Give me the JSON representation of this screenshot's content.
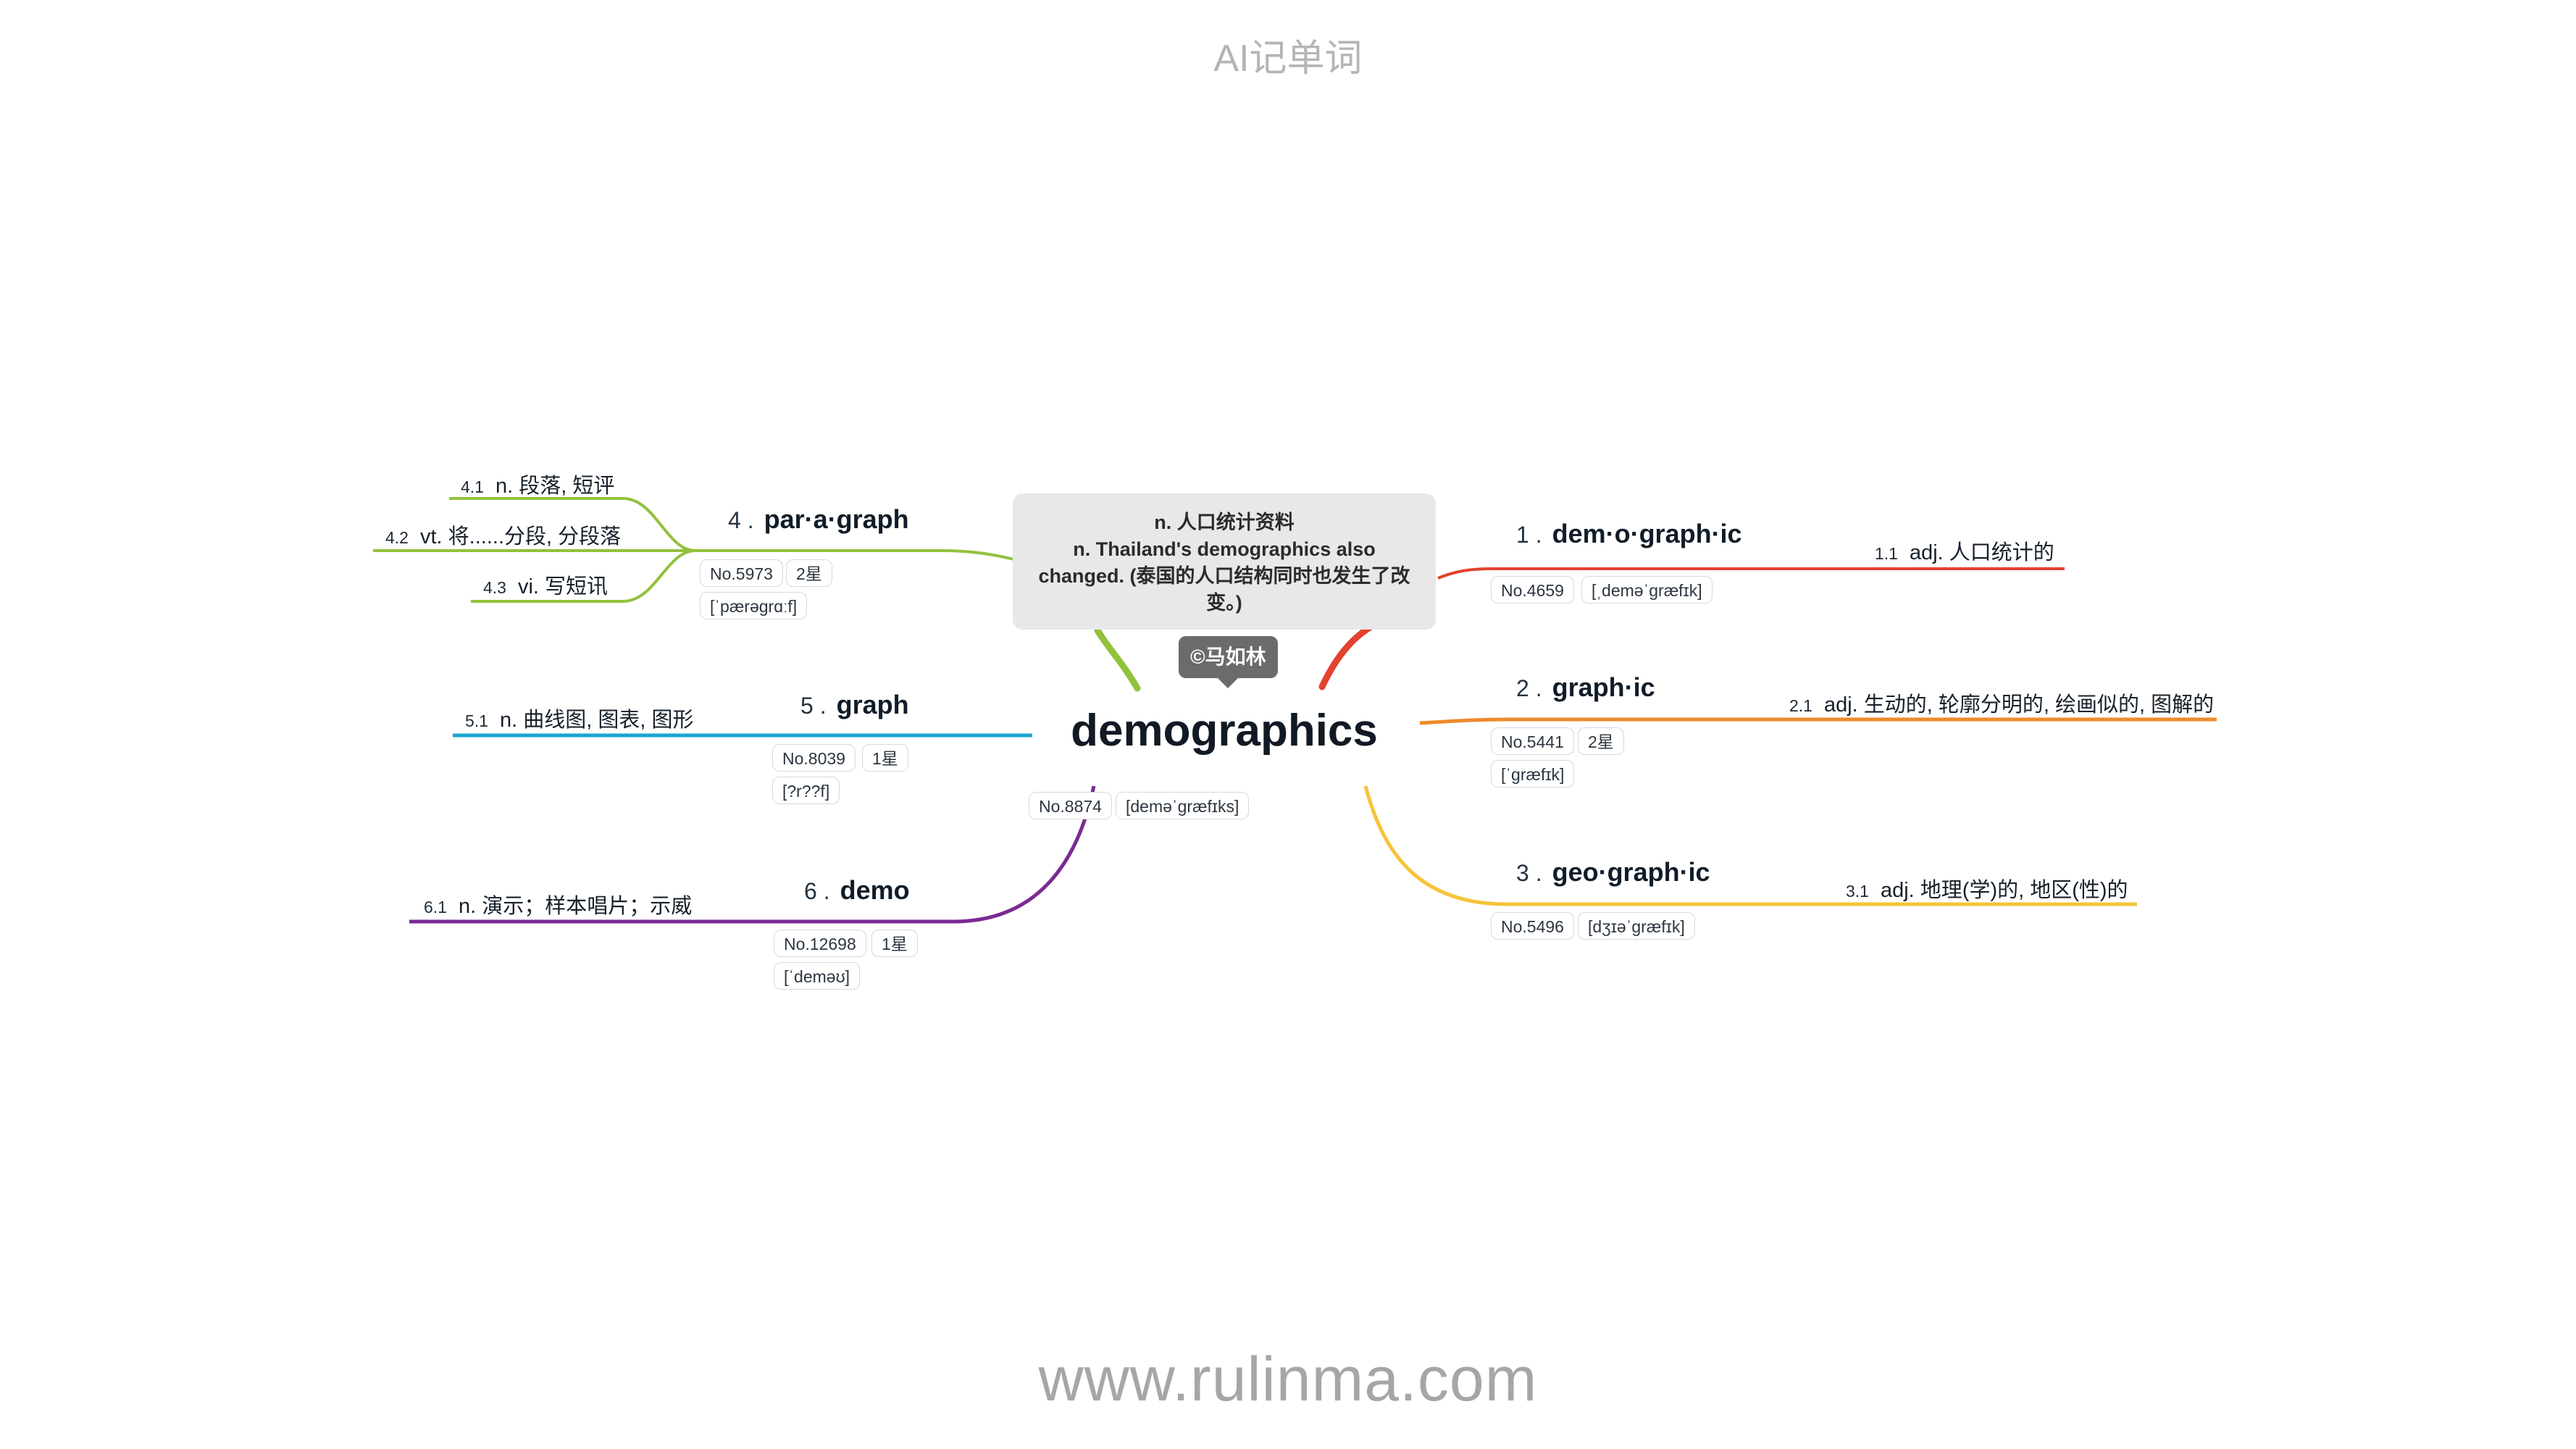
{
  "app_title": "AI记单词",
  "footer_url": "www.rulinma.com",
  "tooltip": {
    "line1": "n. 人口统计资料",
    "line2": "n. Thailand's demographics also",
    "line3": "changed. (泰国的人口结构同时也发生了改",
    "line4": "变。)"
  },
  "author": "©马如林",
  "center": {
    "word": "demographics",
    "no": "No.8874",
    "phonetic": "[deməˈɡræfɪks]"
  },
  "colors": {
    "red": "#e2422f",
    "orange": "#ee8a2a",
    "yellow": "#f5c43a",
    "green": "#92c13c",
    "cyan": "#17a6cf",
    "purple": "#7b2a92"
  },
  "branches": [
    {
      "num": "1 .",
      "word": "dem·o·graph·ic",
      "no": "No.4659",
      "phonetic": "[ˌdeməˈɡræfɪk]",
      "defs": [
        {
          "idx": "1.1",
          "text": "adj. 人口统计的"
        }
      ]
    },
    {
      "num": "2 .",
      "word": "graph·ic",
      "no": "No.5441",
      "star": "2星",
      "phonetic": "[ˈɡræfɪk]",
      "defs": [
        {
          "idx": "2.1",
          "text": "adj. 生动的, 轮廓分明的, 绘画似的, 图解的"
        }
      ]
    },
    {
      "num": "3 .",
      "word": "geo·graph·ic",
      "no": "No.5496",
      "phonetic": "[dʒɪəˈɡræfɪk]",
      "defs": [
        {
          "idx": "3.1",
          "text": "adj. 地理(学)的, 地区(性)的"
        }
      ]
    },
    {
      "num": "4 .",
      "word": "par·a·graph",
      "no": "No.5973",
      "star": "2星",
      "phonetic": "[ˈpærəɡrɑːf]",
      "defs": [
        {
          "idx": "4.1",
          "text": "n. 段落, 短评"
        },
        {
          "idx": "4.2",
          "text": "vt. 将......分段, 分段落"
        },
        {
          "idx": "4.3",
          "text": "vi. 写短讯"
        }
      ]
    },
    {
      "num": "5 .",
      "word": "graph",
      "no": "No.8039",
      "star": "1星",
      "phonetic": "[?r??f]",
      "defs": [
        {
          "idx": "5.1",
          "text": "n. 曲线图, 图表, 图形"
        }
      ]
    },
    {
      "num": "6 .",
      "word": "demo",
      "no": "No.12698",
      "star": "1星",
      "phonetic": "[ˈdeməʊ]",
      "defs": [
        {
          "idx": "6.1",
          "text": "n. 演示；样本唱片；示威"
        }
      ]
    }
  ]
}
